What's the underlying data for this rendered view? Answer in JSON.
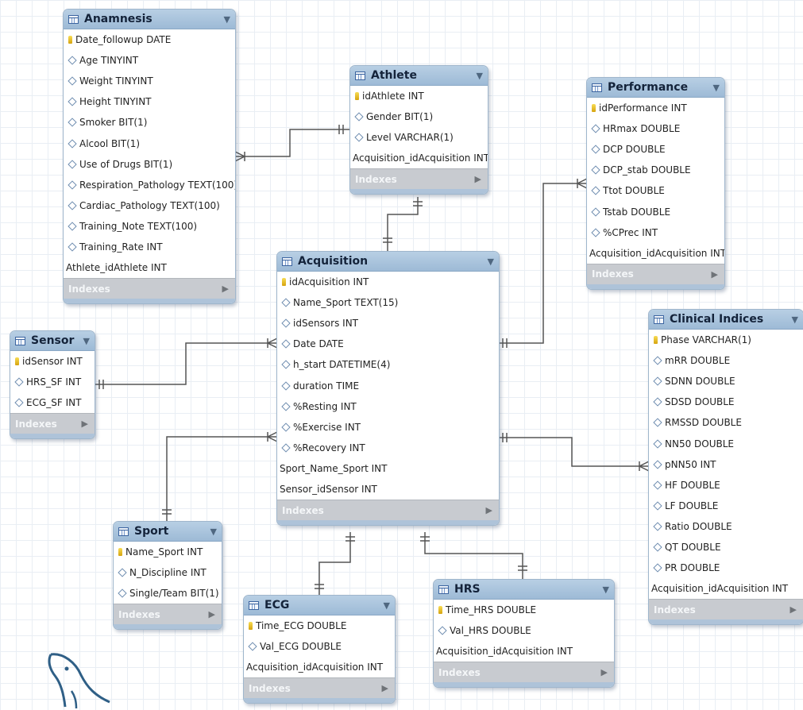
{
  "tables": {
    "anamnesis": {
      "name": "Anamnesis",
      "columns": [
        {
          "label": "Date_followup DATE",
          "kind": "pk"
        },
        {
          "label": "Age TINYINT",
          "kind": "col"
        },
        {
          "label": "Weight TINYINT",
          "kind": "col"
        },
        {
          "label": "Height TINYINT",
          "kind": "col"
        },
        {
          "label": "Smoker BIT(1)",
          "kind": "col"
        },
        {
          "label": "Alcool BIT(1)",
          "kind": "col"
        },
        {
          "label": "Use of Drugs BIT(1)",
          "kind": "col"
        },
        {
          "label": "Respiration_Pathology TEXT(100)",
          "kind": "col"
        },
        {
          "label": "Cardiac_Pathology TEXT(100)",
          "kind": "col"
        },
        {
          "label": "Training_Note TEXT(100)",
          "kind": "col"
        },
        {
          "label": "Training_Rate INT",
          "kind": "col"
        },
        {
          "label": "Athlete_idAthlete INT",
          "kind": "fk"
        }
      ],
      "indexes_label": "Indexes"
    },
    "athlete": {
      "name": "Athlete",
      "columns": [
        {
          "label": "idAthlete INT",
          "kind": "pk"
        },
        {
          "label": "Gender BIT(1)",
          "kind": "col"
        },
        {
          "label": "Level VARCHAR(1)",
          "kind": "col"
        },
        {
          "label": "Acquisition_idAcquisition INT",
          "kind": "fk"
        }
      ],
      "indexes_label": "Indexes"
    },
    "performance": {
      "name": "Performance",
      "columns": [
        {
          "label": "idPerformance INT",
          "kind": "pk"
        },
        {
          "label": "HRmax DOUBLE",
          "kind": "col"
        },
        {
          "label": "DCP DOUBLE",
          "kind": "col"
        },
        {
          "label": "DCP_stab DOUBLE",
          "kind": "col"
        },
        {
          "label": "Ttot DOUBLE",
          "kind": "col"
        },
        {
          "label": "Tstab DOUBLE",
          "kind": "col"
        },
        {
          "label": "%CPrec INT",
          "kind": "col"
        },
        {
          "label": "Acquisition_idAcquisition INT",
          "kind": "fk"
        }
      ],
      "indexes_label": "Indexes"
    },
    "acquisition": {
      "name": "Acquisition",
      "columns": [
        {
          "label": "idAcquisition INT",
          "kind": "pk"
        },
        {
          "label": "Name_Sport TEXT(15)",
          "kind": "col"
        },
        {
          "label": "idSensors INT",
          "kind": "col"
        },
        {
          "label": "Date DATE",
          "kind": "col"
        },
        {
          "label": "h_start DATETIME(4)",
          "kind": "col"
        },
        {
          "label": "duration TIME",
          "kind": "col"
        },
        {
          "label": "%Resting INT",
          "kind": "col"
        },
        {
          "label": "%Exercise INT",
          "kind": "col"
        },
        {
          "label": "%Recovery INT",
          "kind": "col"
        },
        {
          "label": "Sport_Name_Sport INT",
          "kind": "fk"
        },
        {
          "label": "Sensor_idSensor INT",
          "kind": "fk"
        }
      ],
      "indexes_label": "Indexes"
    },
    "sensor": {
      "name": "Sensor",
      "columns": [
        {
          "label": "idSensor INT",
          "kind": "pk"
        },
        {
          "label": "HRS_SF INT",
          "kind": "col"
        },
        {
          "label": "ECG_SF INT",
          "kind": "col"
        }
      ],
      "indexes_label": "Indexes"
    },
    "clinical": {
      "name": "Clinical Indices",
      "columns": [
        {
          "label": "Phase VARCHAR(1)",
          "kind": "pk"
        },
        {
          "label": "mRR DOUBLE",
          "kind": "col"
        },
        {
          "label": "SDNN DOUBLE",
          "kind": "col"
        },
        {
          "label": "SDSD DOUBLE",
          "kind": "col"
        },
        {
          "label": "RMSSD DOUBLE",
          "kind": "col"
        },
        {
          "label": "NN50 DOUBLE",
          "kind": "col"
        },
        {
          "label": "pNN50 INT",
          "kind": "col"
        },
        {
          "label": "HF DOUBLE",
          "kind": "col"
        },
        {
          "label": "LF DOUBLE",
          "kind": "col"
        },
        {
          "label": "Ratio DOUBLE",
          "kind": "col"
        },
        {
          "label": "QT DOUBLE",
          "kind": "col"
        },
        {
          "label": "PR DOUBLE",
          "kind": "col"
        },
        {
          "label": "Acquisition_idAcquisition INT",
          "kind": "fk"
        }
      ],
      "indexes_label": "Indexes"
    },
    "sport": {
      "name": "Sport",
      "columns": [
        {
          "label": "Name_Sport INT",
          "kind": "pk"
        },
        {
          "label": "N_Discipline INT",
          "kind": "col"
        },
        {
          "label": "Single/Team BIT(1)",
          "kind": "col"
        }
      ],
      "indexes_label": "Indexes"
    },
    "ecg": {
      "name": "ECG",
      "columns": [
        {
          "label": "Time_ECG DOUBLE",
          "kind": "pk"
        },
        {
          "label": "Val_ECG DOUBLE",
          "kind": "col"
        },
        {
          "label": "Acquisition_idAcquisition INT",
          "kind": "fk"
        }
      ],
      "indexes_label": "Indexes"
    },
    "hrs": {
      "name": "HRS",
      "columns": [
        {
          "label": "Time_HRS DOUBLE",
          "kind": "pk"
        },
        {
          "label": "Val_HRS DOUBLE",
          "kind": "col"
        },
        {
          "label": "Acquisition_idAcquisition INT",
          "kind": "fk"
        }
      ],
      "indexes_label": "Indexes"
    }
  },
  "relationships": [
    {
      "from": "Anamnesis",
      "to": "Athlete",
      "from_card": "many",
      "to_card": "one"
    },
    {
      "from": "Athlete",
      "to": "Acquisition",
      "from_card": "one",
      "to_card": "one"
    },
    {
      "from": "Performance",
      "to": "Acquisition",
      "from_card": "many",
      "to_card": "one"
    },
    {
      "from": "Acquisition",
      "to": "Sensor",
      "from_card": "many",
      "to_card": "one"
    },
    {
      "from": "Acquisition",
      "to": "Sport",
      "from_card": "many",
      "to_card": "one"
    },
    {
      "from": "Clinical Indices",
      "to": "Acquisition",
      "from_card": "many",
      "to_card": "one"
    },
    {
      "from": "ECG",
      "to": "Acquisition",
      "from_card": "one",
      "to_card": "one"
    },
    {
      "from": "HRS",
      "to": "Acquisition",
      "from_card": "one",
      "to_card": "one"
    }
  ],
  "colors": {
    "header": "#a9c4de",
    "connector": "#555555",
    "indexes_bar": "#c8cbd0",
    "logo": "#2f5f86"
  },
  "icons": [
    "table-icon",
    "primary-key-icon",
    "column-diamond-icon",
    "chevron-down-icon",
    "arrow-right-icon",
    "mysql-dolphin-logo"
  ]
}
